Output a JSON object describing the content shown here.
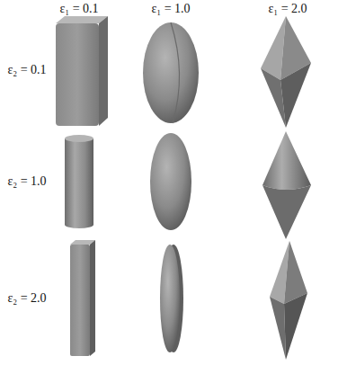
{
  "diagram": {
    "labels": [
      "ε₁ = 0.1",
      "ε₁ = 1.0",
      "ε₁ = 2.0",
      "ε₂ = 0.1",
      "ε₂ = 1.0",
      "ε₂ = 2.0"
    ]
  }
}
